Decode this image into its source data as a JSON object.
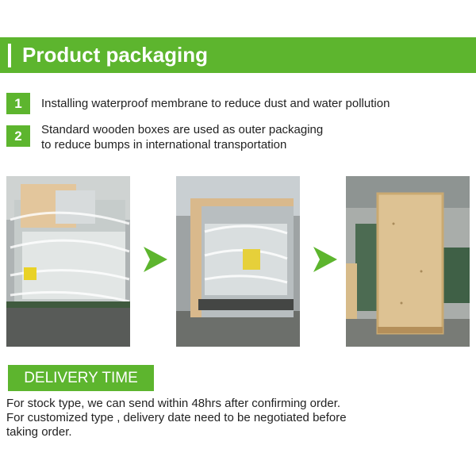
{
  "header": {
    "title": "Product packaging"
  },
  "steps": [
    {
      "number": "1",
      "lines": [
        "Installing waterproof membrane to reduce dust and water pollution"
      ]
    },
    {
      "number": "2",
      "lines": [
        "Standard wooden boxes are used as outer packaging",
        "to reduce bumps in international transportation"
      ]
    }
  ],
  "photos": [
    {
      "icon": "plastic-wrapped-machine-photo"
    },
    {
      "icon": "machine-in-open-wooden-crate-photo"
    },
    {
      "icon": "closed-wooden-crate-photo"
    }
  ],
  "delivery": {
    "title": "DELIVERY TIME",
    "lines": [
      "For stock type, we can send within 48hrs after confirming order.",
      "For customized type , delivery date need to be negotiated before",
      "taking order."
    ]
  },
  "colors": {
    "accent": "#5db52e",
    "text": "#222222",
    "background": "#ffffff"
  }
}
